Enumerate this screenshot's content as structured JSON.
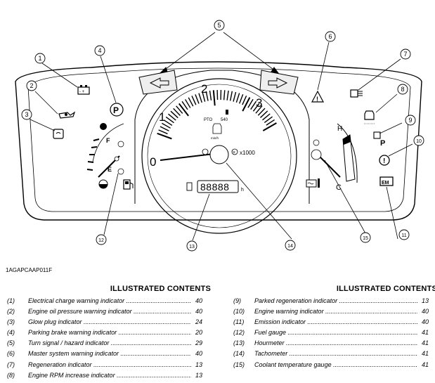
{
  "figure": {
    "code": "1AGAPCAAP011F",
    "callouts": [
      "1",
      "2",
      "3",
      "4",
      "5",
      "6",
      "7",
      "8",
      "9",
      "10",
      "11",
      "12",
      "13",
      "14",
      "15"
    ],
    "tachometer": {
      "scale_labels": [
        "0",
        "1",
        "2",
        "3"
      ],
      "multiplier": "x1000",
      "pto_label": "PTO",
      "pto_value": "540",
      "pto_unit": "min/h"
    },
    "fuel_gauge": {
      "full_label": "F",
      "empty_label": "E"
    },
    "coolant_gauge": {
      "hot_label": "H",
      "cold_label": "C"
    },
    "hourmeter": {
      "display": "88888",
      "unit": "h"
    }
  },
  "contents": {
    "title_left": "ILLUSTRATED CONTENTS",
    "title_right": "ILLUSTRATED CONTENTS",
    "left": [
      {
        "num": "(1)",
        "label": "Electrical charge warning indicator",
        "page": "40"
      },
      {
        "num": "(2)",
        "label": "Engine oil pressure warning indicator",
        "page": "40"
      },
      {
        "num": "(3)",
        "label": "Glow plug indicator",
        "page": "24"
      },
      {
        "num": "(4)",
        "label": "Parking brake warning indicator",
        "page": "20"
      },
      {
        "num": "(5)",
        "label": "Turn signal / hazard indicator",
        "page": "29"
      },
      {
        "num": "(6)",
        "label": "Master system warning indicator",
        "page": "40"
      },
      {
        "num": "(7)",
        "label": "Regeneration indicator",
        "page": "13"
      },
      {
        "num": "(8)",
        "label": "Engine RPM increase indicator",
        "page": "13"
      }
    ],
    "right": [
      {
        "num": "(9)",
        "label": "Parked regeneration indicator",
        "page": "13"
      },
      {
        "num": "(10)",
        "label": "Engine warning indicator",
        "page": "40"
      },
      {
        "num": "(11)",
        "label": "Emission indicator",
        "page": "40"
      },
      {
        "num": "(12)",
        "label": "Fuel gauge",
        "page": "41"
      },
      {
        "num": "(13)",
        "label": "Hourmeter",
        "page": "41"
      },
      {
        "num": "(14)",
        "label": "Tachometer",
        "page": "41"
      },
      {
        "num": "(15)",
        "label": "Coolant temperature gauge",
        "page": "41"
      }
    ]
  }
}
